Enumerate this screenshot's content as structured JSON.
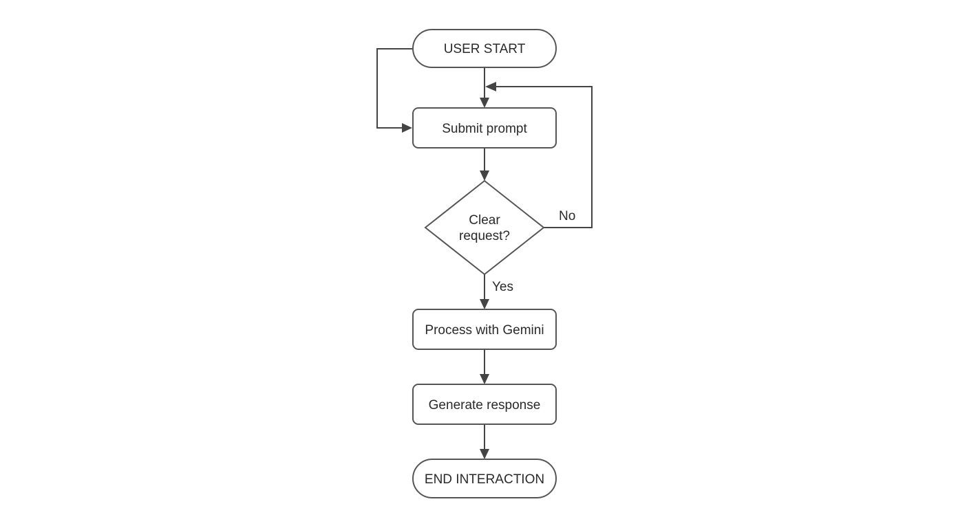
{
  "diagram": {
    "colors": {
      "stroke": "#555555",
      "text": "#2a2a2a",
      "background": "#ffffff"
    },
    "nodes": [
      {
        "id": "user-start",
        "shape": "terminal",
        "label": "USER START"
      },
      {
        "id": "submit-prompt",
        "shape": "process",
        "label": "Submit prompt"
      },
      {
        "id": "clear-request",
        "shape": "decision",
        "label_line1": "Clear",
        "label_line2": "request?"
      },
      {
        "id": "process-gemini",
        "shape": "process",
        "label": "Process with Gemini"
      },
      {
        "id": "generate-response",
        "shape": "process",
        "label": "Generate response"
      },
      {
        "id": "end-interaction",
        "shape": "terminal",
        "label": "END INTERACTION"
      }
    ],
    "edges": [
      {
        "from": "user-start",
        "to": "submit-prompt",
        "label": ""
      },
      {
        "from": "user-start",
        "to": "submit-prompt",
        "label": ""
      },
      {
        "from": "submit-prompt",
        "to": "clear-request",
        "label": ""
      },
      {
        "from": "clear-request",
        "to": "submit-prompt",
        "label": "No"
      },
      {
        "from": "clear-request",
        "to": "process-gemini",
        "label": "Yes"
      },
      {
        "from": "process-gemini",
        "to": "generate-response",
        "label": ""
      },
      {
        "from": "generate-response",
        "to": "end-interaction",
        "label": ""
      }
    ]
  }
}
